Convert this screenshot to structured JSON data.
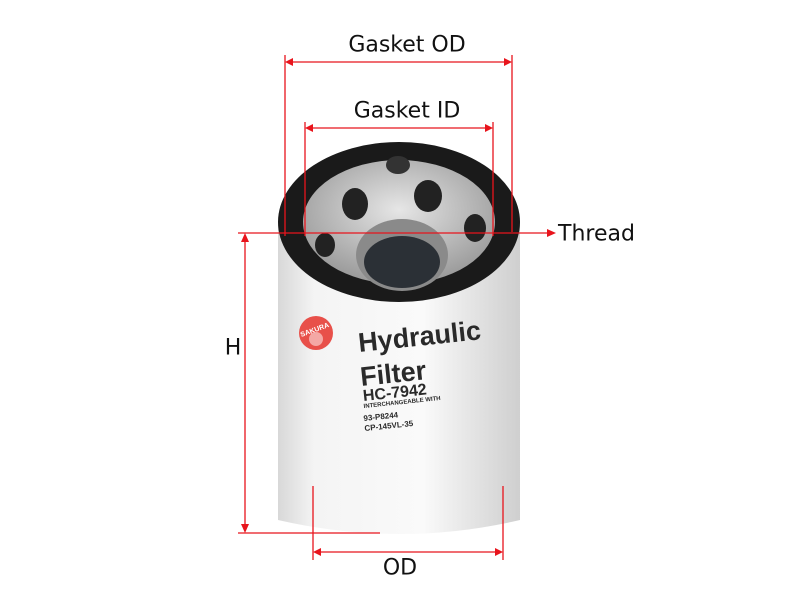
{
  "dimensions": {
    "gasket_od": "Gasket OD",
    "gasket_id": "Gasket ID",
    "thread": "Thread",
    "height": "H",
    "od": "OD"
  },
  "product": {
    "brand": "SAKURA",
    "title_line1": "Hydraulic",
    "title_line2": "Filter",
    "part_number": "HC-7942",
    "interchange_label": "INTERCHANGEABLE WITH",
    "interchange_1": "93-P8244",
    "interchange_2": "CP-145VL-35"
  },
  "colors": {
    "dimension_line": "#e8141c",
    "logo": "#e8504a"
  }
}
